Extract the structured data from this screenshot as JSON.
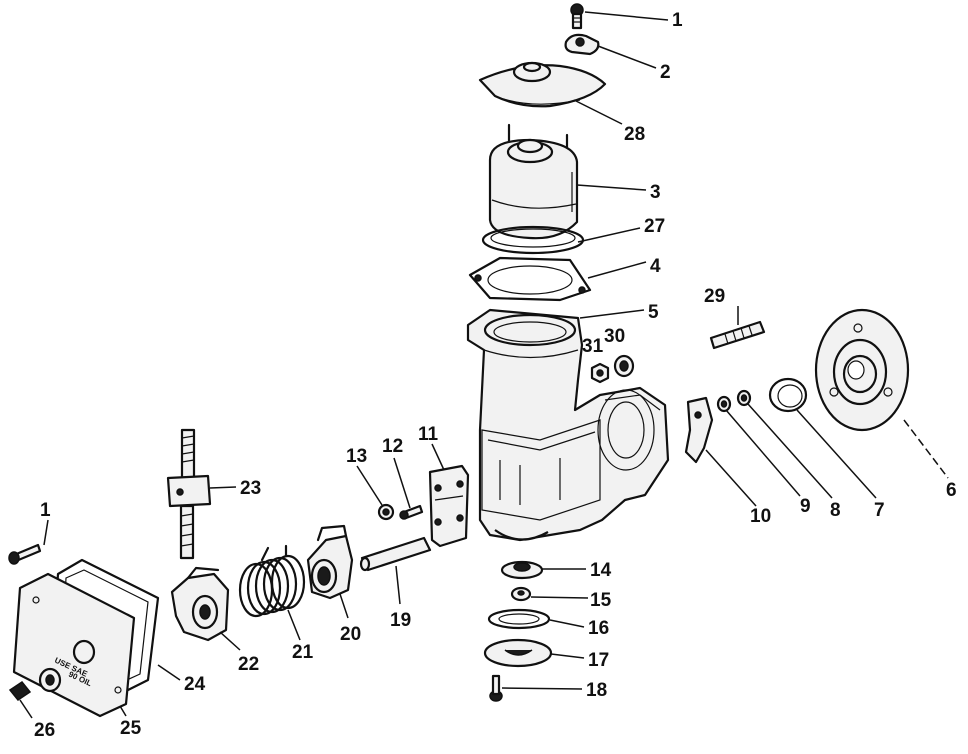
{
  "callouts": [
    {
      "id": "c1a",
      "text": "1"
    },
    {
      "id": "c2",
      "text": "2"
    },
    {
      "id": "c28",
      "text": "28"
    },
    {
      "id": "c3",
      "text": "3"
    },
    {
      "id": "c27",
      "text": "27"
    },
    {
      "id": "c4",
      "text": "4"
    },
    {
      "id": "c5",
      "text": "5"
    },
    {
      "id": "c29",
      "text": "29"
    },
    {
      "id": "c30",
      "text": "30"
    },
    {
      "id": "c31",
      "text": "31"
    },
    {
      "id": "c6",
      "text": "6"
    },
    {
      "id": "c7",
      "text": "7"
    },
    {
      "id": "c8",
      "text": "8"
    },
    {
      "id": "c9",
      "text": "9"
    },
    {
      "id": "c10",
      "text": "10"
    },
    {
      "id": "c11",
      "text": "11"
    },
    {
      "id": "c12",
      "text": "12"
    },
    {
      "id": "c13",
      "text": "13"
    },
    {
      "id": "c14",
      "text": "14"
    },
    {
      "id": "c15",
      "text": "15"
    },
    {
      "id": "c16",
      "text": "16"
    },
    {
      "id": "c17",
      "text": "17"
    },
    {
      "id": "c18",
      "text": "18"
    },
    {
      "id": "c19",
      "text": "19"
    },
    {
      "id": "c20",
      "text": "20"
    },
    {
      "id": "c21",
      "text": "21"
    },
    {
      "id": "c22",
      "text": "22"
    },
    {
      "id": "c23",
      "text": "23"
    },
    {
      "id": "c24",
      "text": "24"
    },
    {
      "id": "c25",
      "text": "25"
    },
    {
      "id": "c26",
      "text": "26"
    },
    {
      "id": "c1b",
      "text": "1"
    }
  ],
  "cover_plate_text": [
    "USE SAE",
    "90 OIL"
  ]
}
